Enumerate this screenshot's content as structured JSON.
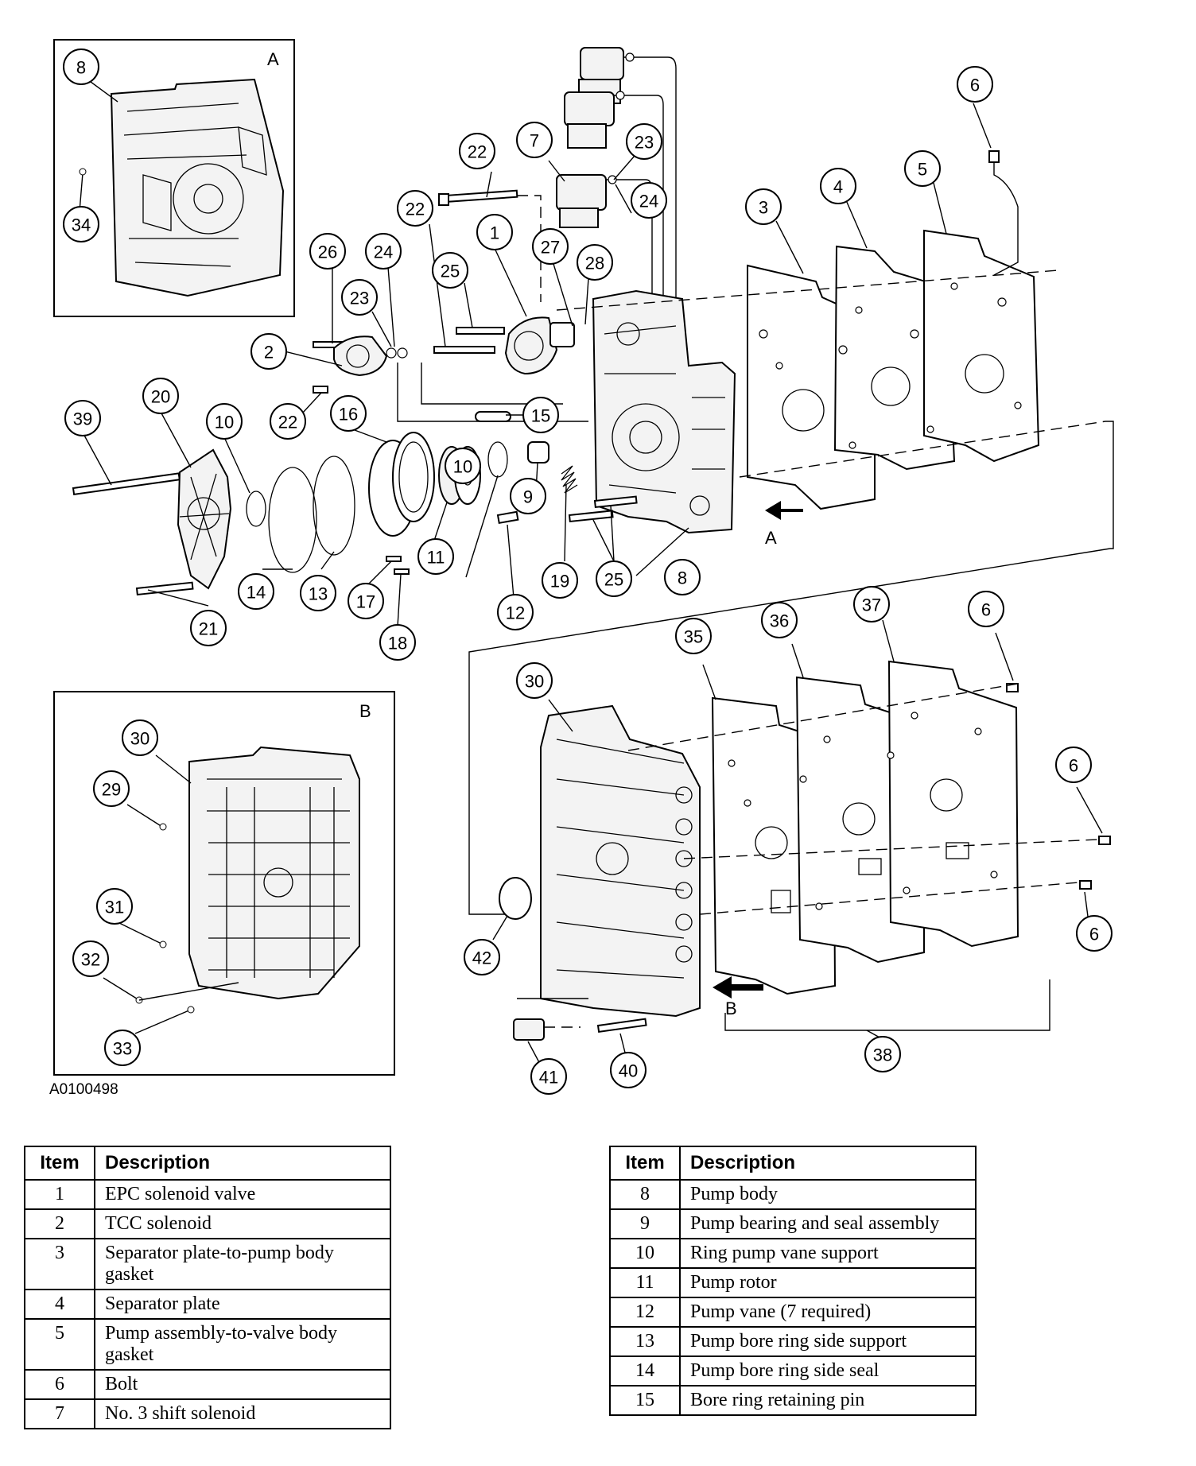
{
  "figure_code": "A0100498",
  "inset_labels": {
    "a": "A",
    "b": "B"
  },
  "arrow_labels": {
    "a": "A",
    "b": "B"
  },
  "callouts": [
    "8",
    "34",
    "22",
    "7",
    "23",
    "6",
    "22",
    "1",
    "27",
    "28",
    "24",
    "3",
    "4",
    "5",
    "26",
    "24",
    "25",
    "23",
    "2",
    "22",
    "15",
    "20",
    "39",
    "10",
    "16",
    "9",
    "11",
    "10",
    "12",
    "19",
    "25",
    "8",
    "14",
    "13",
    "17",
    "18",
    "21",
    "30",
    "29",
    "31",
    "32",
    "33",
    "35",
    "36",
    "37",
    "6",
    "30",
    "6",
    "6",
    "42",
    "41",
    "40",
    "38"
  ],
  "legend_left": {
    "headers": {
      "item": "Item",
      "description": "Description"
    },
    "rows": [
      {
        "item": "1",
        "description": "EPC solenoid valve"
      },
      {
        "item": "2",
        "description": "TCC solenoid"
      },
      {
        "item": "3",
        "description": "Separator plate-to-pump body gasket"
      },
      {
        "item": "4",
        "description": "Separator plate"
      },
      {
        "item": "5",
        "description": "Pump assembly-to-valve body gasket"
      },
      {
        "item": "6",
        "description": "Bolt"
      },
      {
        "item": "7",
        "description": "No. 3 shift solenoid"
      }
    ]
  },
  "legend_right": {
    "headers": {
      "item": "Item",
      "description": "Description"
    },
    "rows": [
      {
        "item": "8",
        "description": "Pump body"
      },
      {
        "item": "9",
        "description": "Pump bearing and seal assembly"
      },
      {
        "item": "10",
        "description": "Ring pump vane support"
      },
      {
        "item": "11",
        "description": "Pump rotor"
      },
      {
        "item": "12",
        "description": "Pump vane (7 required)"
      },
      {
        "item": "13",
        "description": "Pump bore ring side support"
      },
      {
        "item": "14",
        "description": "Pump bore ring side seal"
      },
      {
        "item": "15",
        "description": "Bore ring retaining pin"
      }
    ]
  }
}
